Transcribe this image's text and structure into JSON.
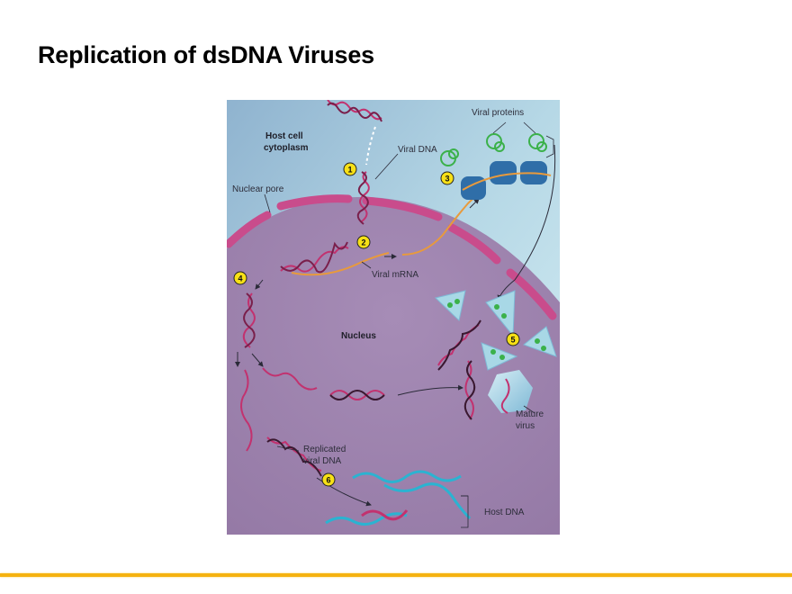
{
  "slide": {
    "title": "Replication of dsDNA Viruses"
  },
  "figure": {
    "regions": {
      "cytoplasm_label_line1": "Host cell",
      "cytoplasm_label_line2": "cytoplasm",
      "nucleus_label": "Nucleus"
    },
    "labels": {
      "viral_dna": "Viral DNA",
      "viral_proteins": "Viral proteins",
      "nuclear_pore": "Nuclear pore",
      "viral_mrna": "Viral mRNA",
      "mature_virus_line1": "Mature",
      "mature_virus_line2": "virus",
      "replicated_line1": "Replicated",
      "replicated_line2": "viral DNA",
      "host_dna": "Host DNA"
    },
    "steps": [
      {
        "number": "1"
      },
      {
        "number": "2"
      },
      {
        "number": "3"
      },
      {
        "number": "4"
      },
      {
        "number": "5"
      },
      {
        "number": "6"
      }
    ],
    "colors": {
      "cytoplasm": "#a9cfe0",
      "nucleus": "#9a7fa8",
      "membrane": "#c94c8c",
      "viral_dna": "#c2326f",
      "mrna": "#e89a3c",
      "protein": "#3bb14a",
      "ribosome": "#2f6ea8",
      "capsid": "#a8d8e6",
      "host_dna": "#2bb3d1",
      "badge": "#f7e017"
    }
  },
  "footer": {
    "rule_color": "#f5b20f"
  }
}
